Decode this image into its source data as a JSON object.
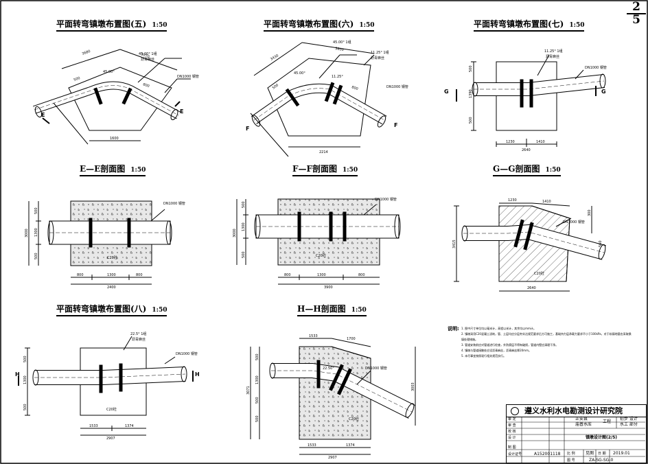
{
  "page_number": {
    "numerator": "2",
    "denominator": "5"
  },
  "views": {
    "plan5": {
      "title": "平面转弯镇墩布置图(五)",
      "scale": "1:50",
      "angle": "45.00°",
      "angle_note": "45.00° 1组",
      "joint_note": "沥青麻丝",
      "pipe_note": "DN1000 钢管",
      "section_mark": "E",
      "dims": [
        "3680",
        "3070",
        "1600",
        "500",
        "800"
      ]
    },
    "plan6": {
      "title": "平面转弯镇墩布置图(六)",
      "scale": "1:50",
      "angle_a": "45.00°",
      "angle_b": "11.25°",
      "angle_note_a": "45.00° 1组",
      "angle_note_b": "11.25° 1组",
      "joint_note": "沥青麻丝",
      "pipe_note": "DN1000 钢管",
      "section_mark": "F",
      "dims": [
        "3430",
        "3600",
        "2214",
        "500",
        "800"
      ]
    },
    "plan7": {
      "title": "平面转弯镇墩布置图(七)",
      "scale": "1:50",
      "angle": "11.25°",
      "angle_note": "11.25° 1组",
      "joint_note": "沥青麻丝",
      "pipe_note": "DN1000 钢管",
      "section_mark": "G",
      "dims": [
        "1230",
        "1410",
        "2640",
        "500",
        "1390",
        "500"
      ]
    },
    "secE": {
      "title": "E—E剖面图",
      "scale": "1:50",
      "concrete": "C20砼",
      "pipe_note": "DN1000 钢管",
      "dims_h": [
        "800",
        "1300",
        "800",
        "2400"
      ],
      "dims_v": [
        "3000",
        "500",
        "1300",
        "500"
      ]
    },
    "secF": {
      "title": "F—F剖面图",
      "scale": "1:50",
      "concrete": "C20砼",
      "pipe_note": "DN1000 钢管",
      "dims_h": [
        "800",
        "1300",
        "800",
        "3900"
      ],
      "dims_v": [
        "3000",
        "500",
        "1300",
        "500"
      ]
    },
    "secG": {
      "title": "G—G剖面图",
      "scale": "1:50",
      "concrete": "C20砼",
      "pipe_note": "DN1000 钢管",
      "dims_h": [
        "1230",
        "1410",
        "2640"
      ],
      "dims_v": [
        "3415",
        "300",
        "560"
      ]
    },
    "plan8": {
      "title": "平面转弯镇墩布置图(八)",
      "scale": "1:50",
      "angle_note": "22.5° 1组",
      "joint_note": "沥青麻丝",
      "pipe_note": "DN1000 钢管",
      "concrete": "C20砼",
      "section_mark": "H",
      "dims": [
        "1533",
        "1374",
        "2907",
        "500",
        "1300",
        "500"
      ]
    },
    "secH": {
      "title": "H—H剖面图",
      "scale": "1:50",
      "angle": "22.50°",
      "concrete": "C20砼",
      "pipe_note": "DN1000 钢管",
      "dims_h": [
        "1533",
        "1700",
        "1533",
        "1374",
        "2907"
      ],
      "dims_v": [
        "3071",
        "500",
        "1300",
        "500",
        "500",
        "3003"
      ]
    }
  },
  "notes": {
    "heading": "说明:",
    "items": [
      "1. 图中尺寸单位均以毫米计，高程以米计，其余均以mm计。",
      "2. 镇墩采用C20混凝土浇筑，管、土层均应分层夯实达规范要求后方可施工，基础持力层承载力要求不小于100kPa，对于软弱地基应采取换填处理措施。",
      "3. 管道安装前应对管道进行检查，外防腐层不得有破损，管道内壁应清理干净。",
      "4. 镇墩与管道接触处应设沥青麻丝，沥青麻丝厚20mm。",
      "5. 未尽事宜按照现行相关规范执行。"
    ]
  },
  "title_block": {
    "institute": "遵义水利水电勘测设计研究院",
    "rows_left": [
      "审 定",
      "审 查",
      "校 核",
      "设 计",
      "制 图",
      "设计证号"
    ],
    "project_left": "正安县",
    "project_mid": "庙普水库",
    "project_suffix": "工程",
    "phase_a": "初步 设计",
    "phase_b": "水工 部分",
    "drawing_name": "镇墩设计图(2/5)",
    "scale_label": "比 例",
    "scale_value": "见图",
    "date_label": "日 期",
    "date_value": "2019.01",
    "cert_value": "A152001118",
    "drawing_no_label": "图 号",
    "drawing_no_value": "ZA-SG-SG-0"
  }
}
